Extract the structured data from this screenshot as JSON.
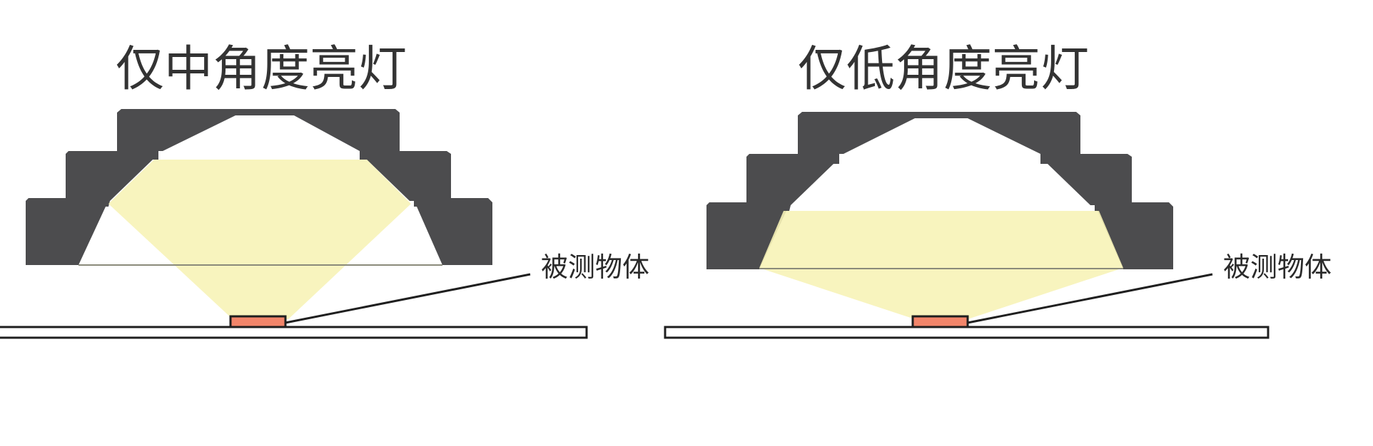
{
  "panels": [
    {
      "id": "middle",
      "title": "仅中角度亮灯",
      "object_label": "被测物体"
    },
    {
      "id": "low",
      "title": "仅低角度亮灯",
      "object_label": "被测物体"
    }
  ],
  "colors": {
    "housing": "#4c4c4e",
    "light": "#f7f3b7",
    "object": "#f2856a",
    "outline": "#1f1f1f",
    "stage": "#ffffff"
  }
}
